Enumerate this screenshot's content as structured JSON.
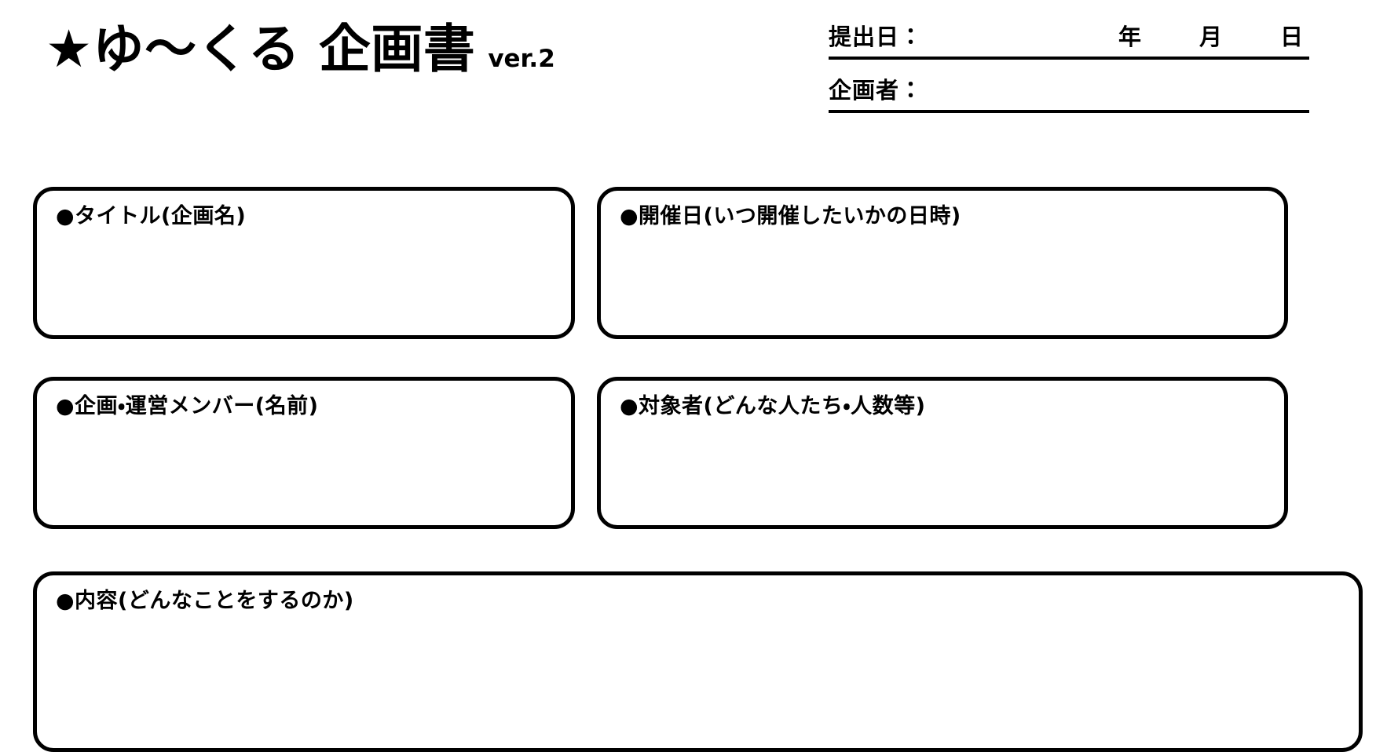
{
  "document": {
    "title_main": "★ゆ〜くる 企画書",
    "title_version": "ver.2"
  },
  "header": {
    "submission_date": {
      "label": "提出日：",
      "year_unit": "年",
      "month_unit": "月",
      "day_unit": "日",
      "value": ""
    },
    "planner": {
      "label": "企画者：",
      "value": ""
    }
  },
  "sections": [
    {
      "id": "title",
      "label": "●タイトル(企画名)",
      "value": ""
    },
    {
      "id": "event-date",
      "label": "●開催日(いつ開催したいかの日時)",
      "value": ""
    },
    {
      "id": "members",
      "label": "●企画・運営メンバー(名前)",
      "value": ""
    },
    {
      "id": "target-audience",
      "label": "●対象者(どんな人たち・人数等)",
      "value": ""
    },
    {
      "id": "content",
      "label": "●内容(どんなことをするのか)",
      "value": ""
    }
  ],
  "colors": {
    "ink": "#000000",
    "paper": "#ffffff"
  }
}
